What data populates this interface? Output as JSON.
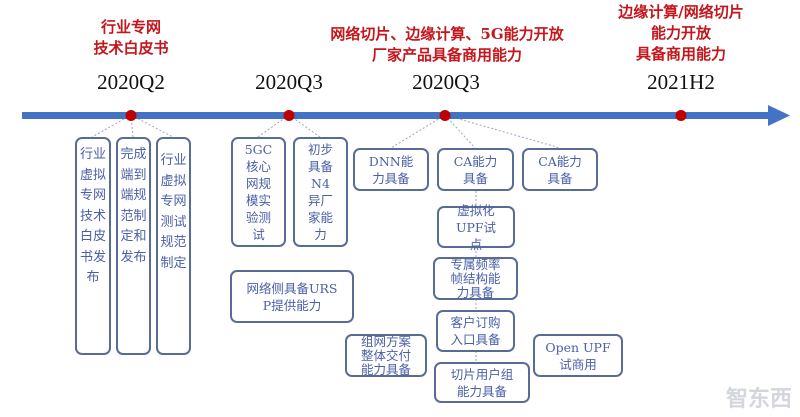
{
  "colors": {
    "timeline": "#4472c4",
    "milestone": "#c00000",
    "heading": "#c4161c",
    "box_border": "#5a6b96",
    "box_text": "#4a5fa8"
  },
  "milestones": [
    {
      "date": "2020Q2",
      "heading": [
        "行业专网",
        "技术白皮书"
      ]
    },
    {
      "date": "2020Q3",
      "heading": []
    },
    {
      "date": "2020Q3",
      "heading": [
        "网络切片、边缘计算、5G能力开放",
        "厂家产品具备商用能力"
      ]
    },
    {
      "date": "2021H2",
      "heading": [
        "边缘计算/网络切片",
        "能力开放",
        "具备商用能力"
      ]
    }
  ],
  "boxes": {
    "b1": "行业虚拟专网技术白皮书发布",
    "b2": "完成端到端规范制定和发布",
    "b3": "行业虚拟专网测试规范制定",
    "b4": "5GC核心网规模实验测试",
    "b5": "初步具备N4异厂家能力",
    "b6": "网络侧具备URSP提供能力",
    "b7": "DNN能力具备",
    "b8": "CA能力具备",
    "b9": "CA能力具备",
    "b10": "虚拟化UPF试点",
    "b11": "专属频率帧结构能力具备",
    "b12": "客户订购入口具备",
    "b13": "组网方案整体交付能力具备",
    "b14": "切片用户组能力具备",
    "b15": "Open UPF试商用"
  },
  "watermark": "智东西"
}
